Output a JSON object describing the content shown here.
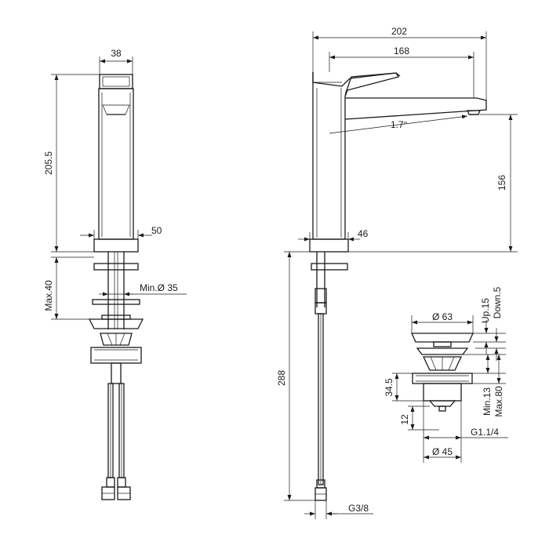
{
  "front_view": {
    "width_top": "38",
    "body_height": "205.5",
    "base_width": "50",
    "max_deck": "Max.40",
    "min_hole": "Min.Ø 35"
  },
  "side_view": {
    "overall_length": "202",
    "spout_reach": "168",
    "spout_angle": "1.7°",
    "spout_height": "156",
    "base_offset": "46",
    "hose_length": "288",
    "hose_thread": "G3/8"
  },
  "waste_view": {
    "cap_diameter": "Ø 63",
    "up": "Up.15",
    "down": "Down.5",
    "height": "34.5",
    "thread_len": "12",
    "min": "Min.13",
    "max": "Max.80",
    "thread": "G1.1/4",
    "body_diameter": "Ø 45"
  }
}
